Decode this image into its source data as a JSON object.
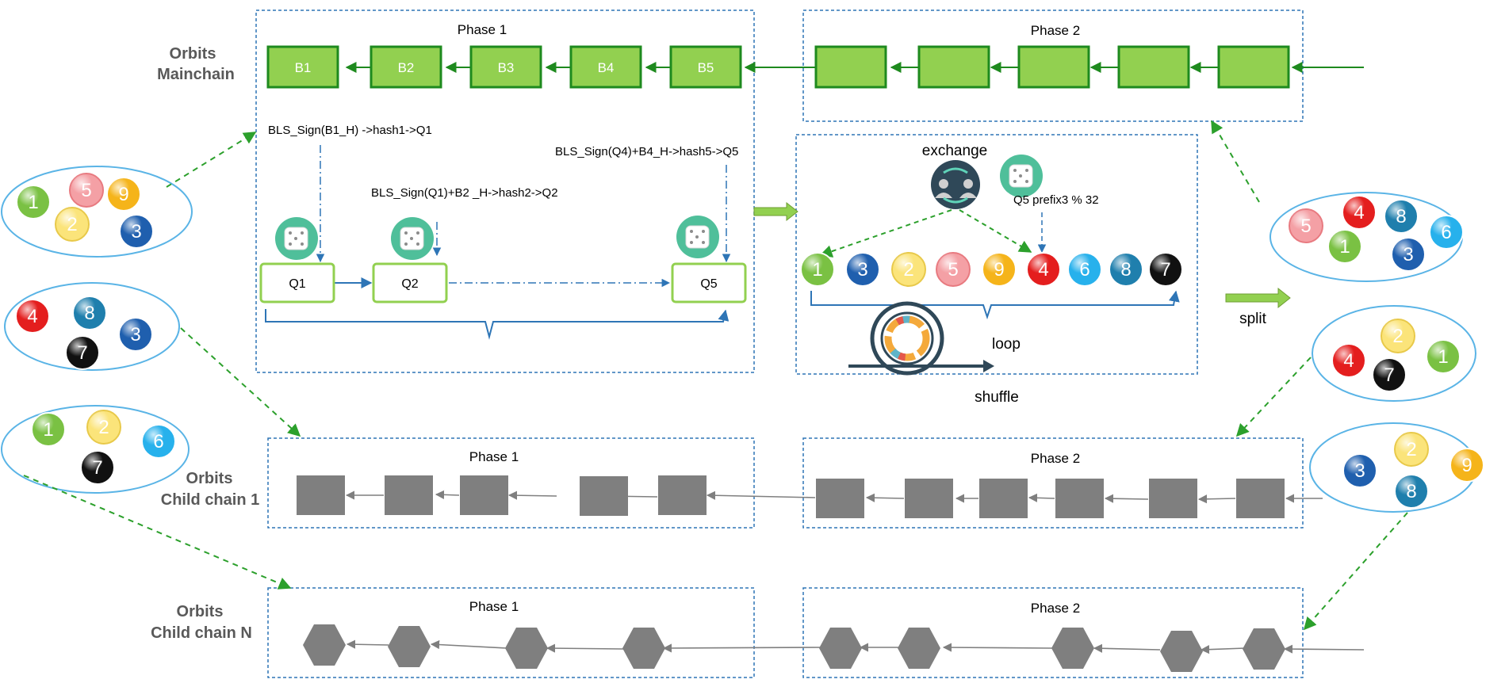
{
  "labels": {
    "mainchain": [
      "Orbits",
      "Mainchain"
    ],
    "child1": [
      "Orbits",
      "Child chain 1"
    ],
    "childN": [
      "Orbits",
      "Child chain N"
    ]
  },
  "phases": {
    "main_p1": "Phase 1",
    "main_p2": "Phase 2",
    "c1_p1": "Phase 1",
    "c1_p2": "Phase 2",
    "cn_p1": "Phase 1",
    "cn_p2": "Phase 2"
  },
  "blocks": [
    "B1",
    "B2",
    "B3",
    "B4",
    "B5"
  ],
  "sign": {
    "s1": "BLS_Sign(B1_H)  ->hash1->Q1",
    "s2": "BLS_Sign(Q1)+B2 _H->hash2->Q2",
    "s5": "BLS_Sign(Q4)+B4_H->hash5->Q5"
  },
  "queues": [
    "Q1",
    "Q2",
    "Q5"
  ],
  "shuffle": {
    "exchange": "exchange",
    "prefix": "Q5 prefix3 % 32",
    "loop": "loop",
    "shuffle": "shuffle",
    "split": "split",
    "sequence": [
      "1",
      "3",
      "2",
      "5",
      "9",
      "4",
      "6",
      "8",
      "7"
    ]
  },
  "groups": {
    "left1": [
      "1",
      "5",
      "9",
      "2",
      "3"
    ],
    "left2": [
      "4",
      "8",
      "3",
      "7"
    ],
    "left3": [
      "1",
      "2",
      "6",
      "7"
    ],
    "right1": [
      "5",
      "4",
      "8",
      "6",
      "1",
      "3"
    ],
    "right2": [
      "2",
      "4",
      "7",
      "1"
    ],
    "right3": [
      "3",
      "2",
      "9",
      "8"
    ]
  },
  "colors": {
    "green_block": "#92d050",
    "green_border": "#1e8a1e",
    "blue_dash": "#2e75b6",
    "gray_block": "#7f7f7f",
    "ellipse": "#5ab4e6",
    "green_dashed_arrow": "#2ca02c",
    "ball_1": "#7ac143",
    "ball_2": "#fbe47a",
    "ball_3": "#1f5fae",
    "ball_4": "#e41e1e",
    "ball_5": "#f4a0a5",
    "ball_6": "#27b1ec",
    "ball_7": "#111111",
    "ball_8": "#1f7fad",
    "ball_9": "#f5b41a"
  },
  "icons": {
    "dice": "dice-icon",
    "exchange": "people-exchange-icon",
    "loop": "circular-loop-icon"
  }
}
